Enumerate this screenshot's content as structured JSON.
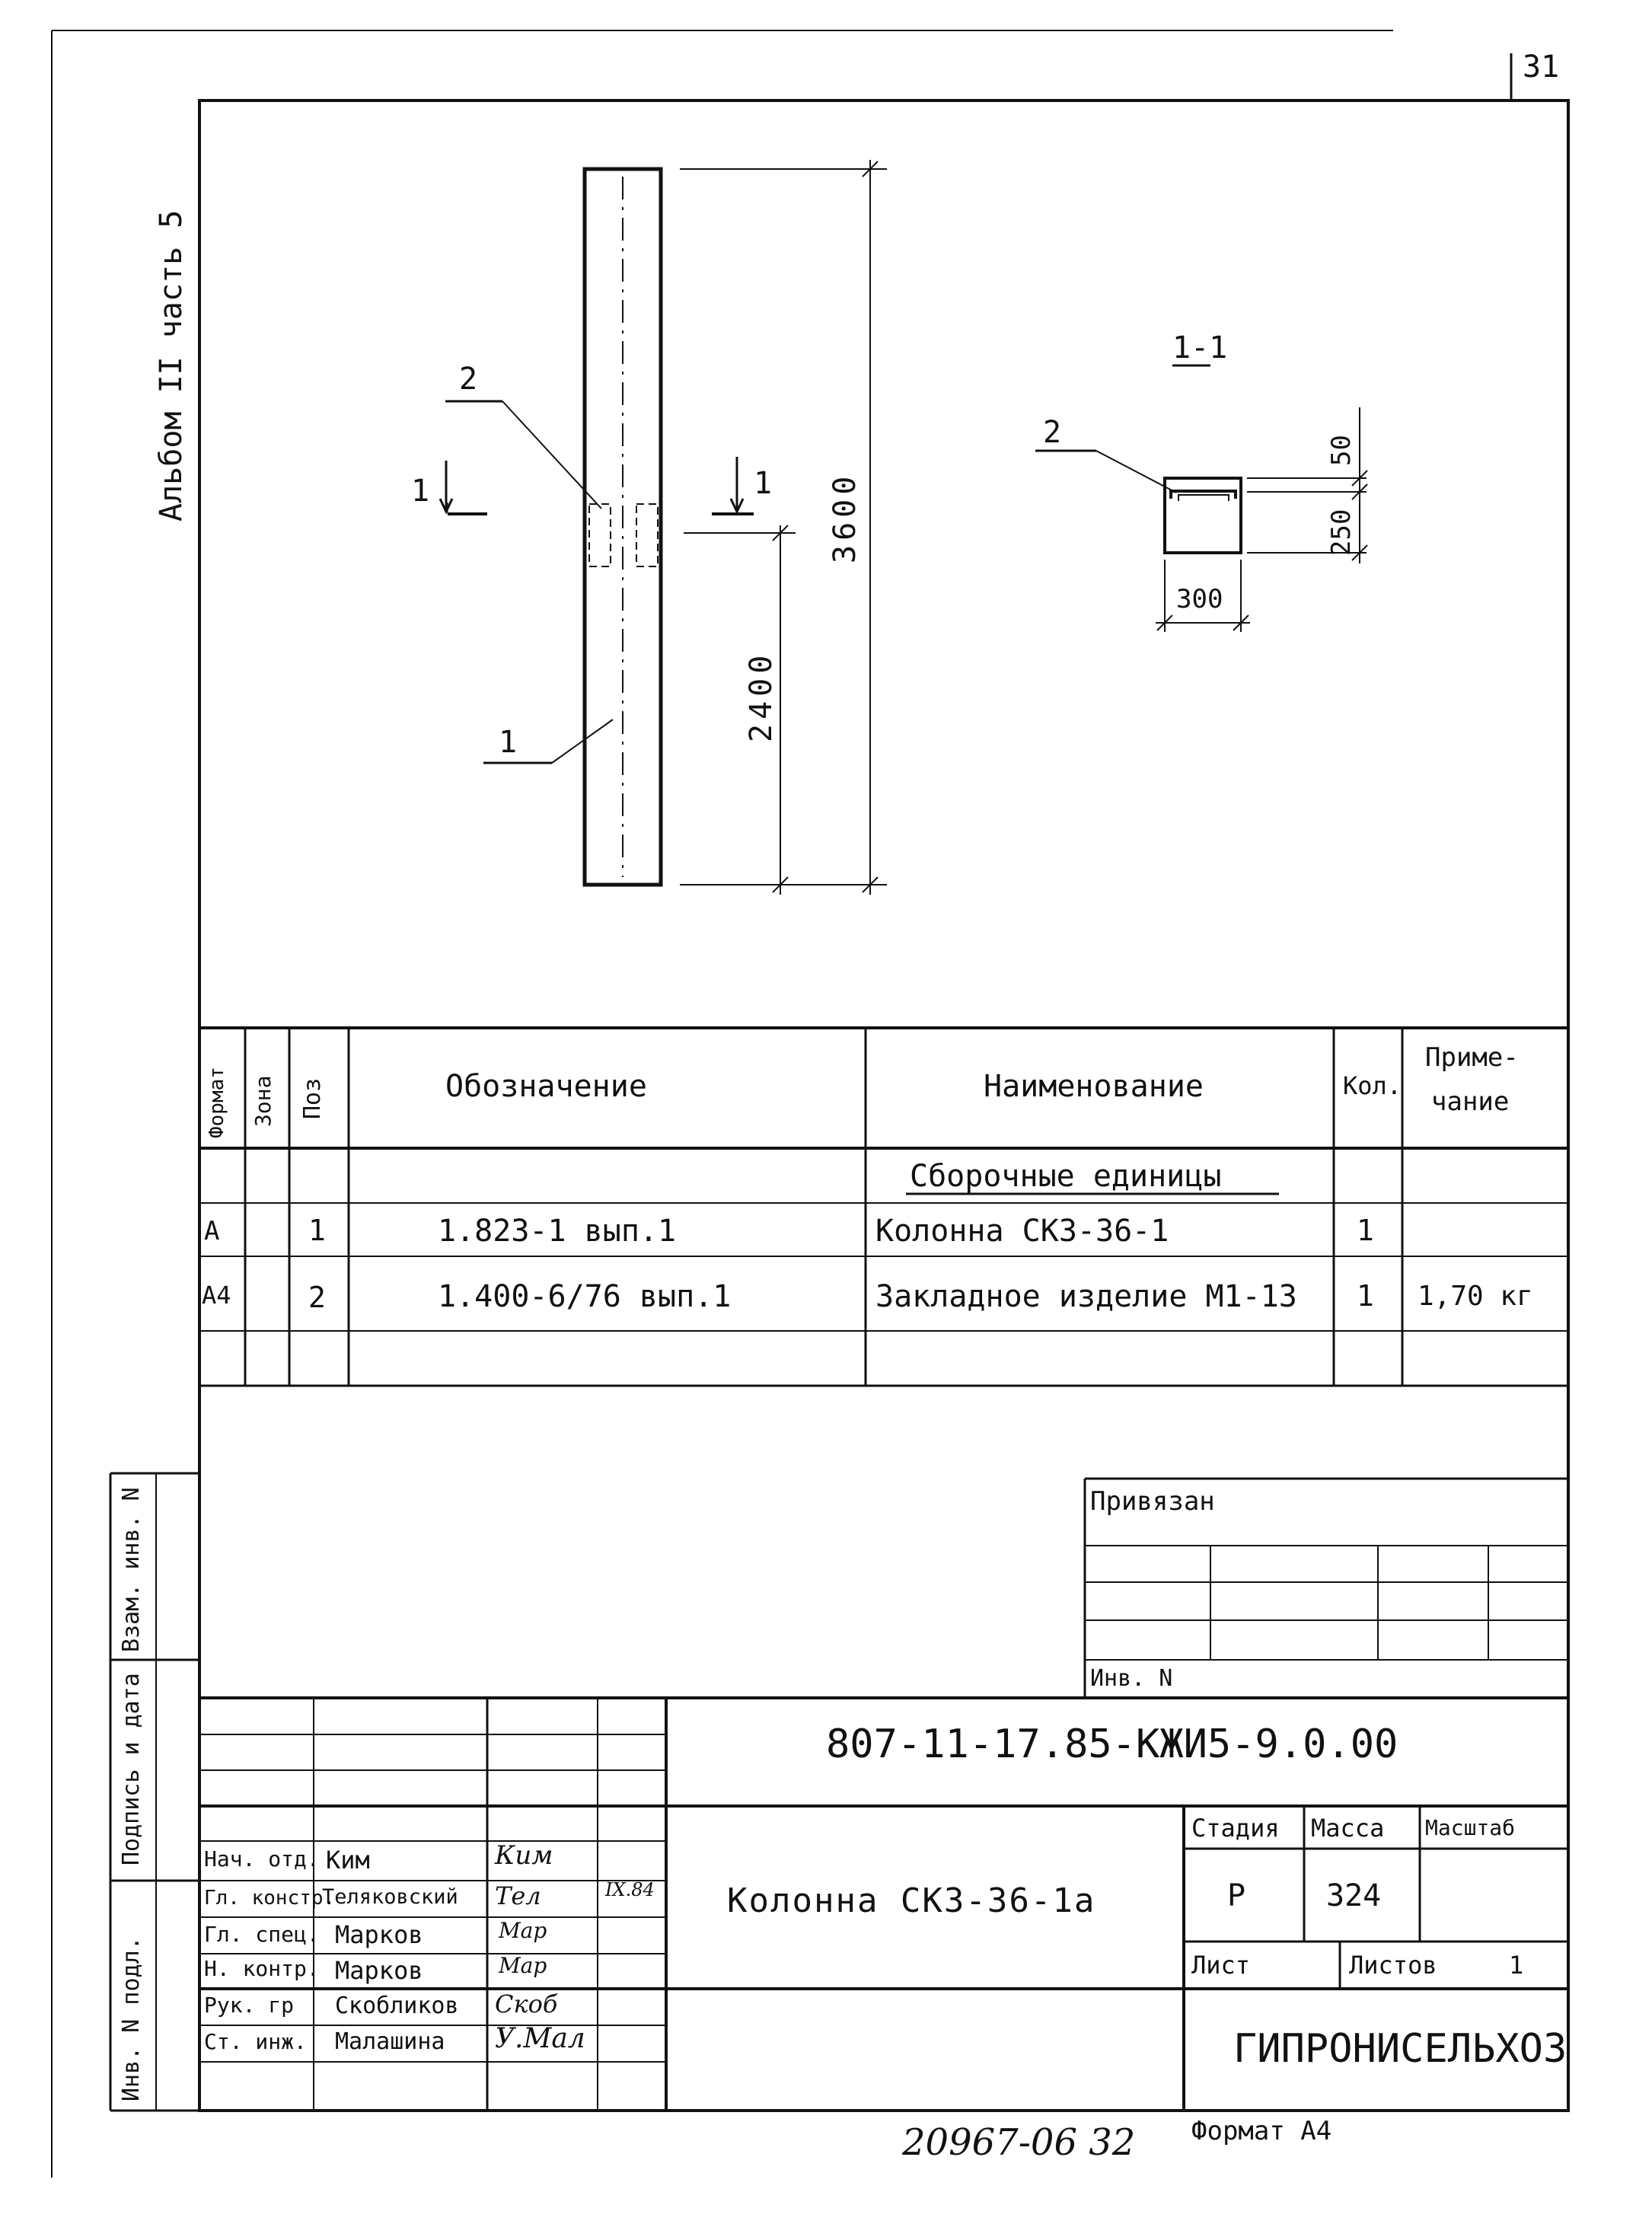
{
  "page": {
    "number": "31",
    "album_note": "Альбом II   часть 5"
  },
  "drawing": {
    "callout_pos2_left": "2",
    "callout_pos1": "1",
    "section_mark_left": "1",
    "section_mark_right": "1",
    "dim_total_height": "3600",
    "dim_lower_height": "2400",
    "section": {
      "title": "1-1",
      "callout": "2",
      "dim_top": "50",
      "dim_height": "250",
      "dim_width": "300"
    }
  },
  "spec": {
    "headers": {
      "format": "Формат",
      "zone": "Зона",
      "pos": "Поз",
      "designation": "Обозначение",
      "name": "Наименование",
      "qty": "Кол.",
      "note_l1": "Приме-",
      "note_l2": "чание"
    },
    "group_title": "Сборочные единицы",
    "rows": [
      {
        "format": "А",
        "zone": "",
        "pos": "1",
        "designation": "1.823-1 вып.1",
        "name": "Колонна СК3-36-1",
        "qty": "1",
        "note": ""
      },
      {
        "format": "А4",
        "zone": "",
        "pos": "2",
        "designation": "1.400-6/76 вып.1",
        "name": "Закладное изделие М1-13",
        "qty": "1",
        "note": "1,70 кг"
      }
    ]
  },
  "privyazan": {
    "label": "Привязан",
    "inv_label": "Инв. N"
  },
  "side_stamp": {
    "vzam": "Взам. инв. N",
    "podpis": "Подпись и дата",
    "inv_podl": "Инв. N подл."
  },
  "title_block": {
    "doc_code": "807-11-17.85-КЖИ5-9.0.00",
    "title": "Колонна СК3-36-1а",
    "stage_label": "Стадия",
    "mass_label": "Масса",
    "scale_label": "Масштаб",
    "stage": "Р",
    "mass": "324",
    "scale": "",
    "sheet_label": "Лист",
    "sheets_label": "Листов",
    "sheets_value": "1",
    "org": "ГИПРОНИСЕЛЬХОЗ",
    "people": [
      {
        "role": "Нач. отд.",
        "name": "Ким",
        "sign": "Ким",
        "date": ""
      },
      {
        "role": "Гл. констр.",
        "name": "Теляковский",
        "sign": "Тел",
        "date": "IX.84"
      },
      {
        "role": "Гл. спец.",
        "name": "Марков",
        "sign": "Мар",
        "date": ""
      },
      {
        "role": "Н. контр.",
        "name": "Марков",
        "sign": "Мар",
        "date": ""
      },
      {
        "role": "Рук. гр",
        "name": "Скобликов",
        "sign": "Скоб",
        "date": ""
      },
      {
        "role": "Ст. инж.",
        "name": "Малашина",
        "sign": "У.Мал",
        "date": ""
      }
    ]
  },
  "footer": {
    "archive_no": "20967-06   32",
    "format_label": "Формат А4"
  }
}
